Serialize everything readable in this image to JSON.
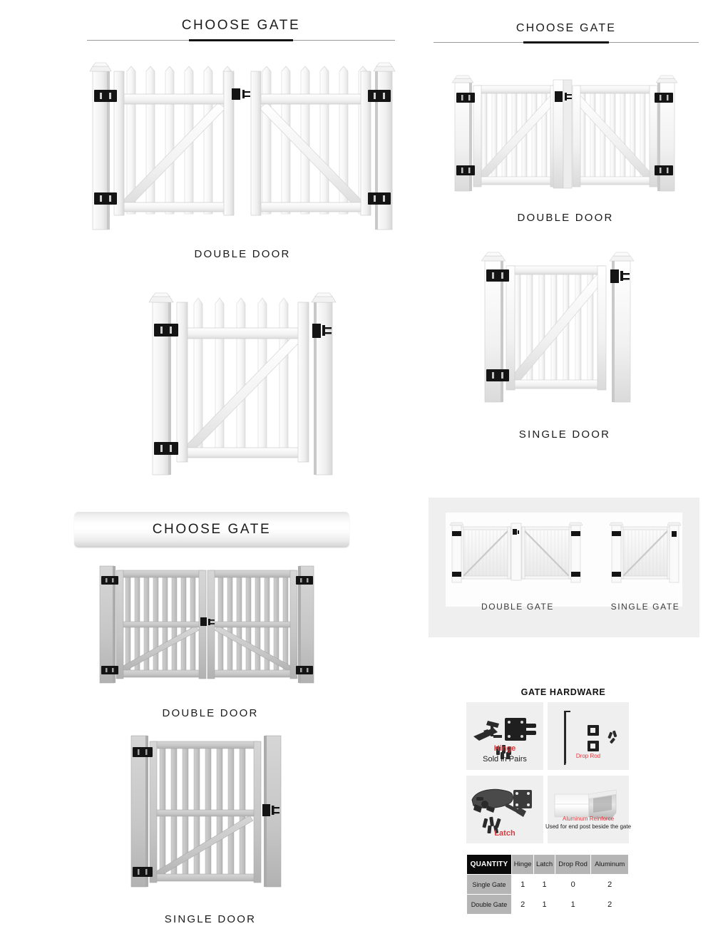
{
  "sections": {
    "header1": {
      "title": "CHOOSE GATE"
    },
    "header2": {
      "title": "CHOOSE GATE"
    },
    "header3": {
      "title": "CHOOSE GATE"
    }
  },
  "captions": {
    "picket_double": "DOUBLE DOOR",
    "pool_double": "DOUBLE DOOR",
    "pool_single": "SINGLE DOOR",
    "privacy_double": "DOUBLE GATE",
    "privacy_single": "SINGLE GATE",
    "gray_double": "DOUBLE DOOR",
    "gray_single": "SINGLE DOOR"
  },
  "hardware": {
    "title": "GATE HARDWARE",
    "items": [
      {
        "name": "hinge",
        "label": "Hinge",
        "sublabel": "Sold in Pairs",
        "label_color": "#e0383e"
      },
      {
        "name": "drop-rod",
        "label": "Drop Rod",
        "sublabel": "",
        "label_color": "#e0383e"
      },
      {
        "name": "latch",
        "label": "Latch",
        "sublabel": "",
        "label_color": "#e0383e"
      },
      {
        "name": "aluminum-reinforce",
        "label": "Aluminum Reinforce",
        "sublabel": "Used for end post beside the gate",
        "label_color": "#e0383e"
      }
    ]
  },
  "quantity_table": {
    "corner_header": "QUANTITY",
    "columns": [
      "Hinge",
      "Latch",
      "Drop Rod",
      "Aluminum"
    ],
    "rows": [
      {
        "label": "Single Gate",
        "values": [
          "1",
          "1",
          "0",
          "2"
        ]
      },
      {
        "label": "Double Gate",
        "values": [
          "2",
          "1",
          "1",
          "2"
        ]
      }
    ]
  },
  "colors": {
    "vinyl_white": "#f4f4f4",
    "vinyl_gray": "#c2c2c2",
    "hardware_black": "#141414",
    "accent_red": "#e0383e",
    "panel_bg": "#efefef",
    "rule_gray": "#9a9a9a"
  }
}
